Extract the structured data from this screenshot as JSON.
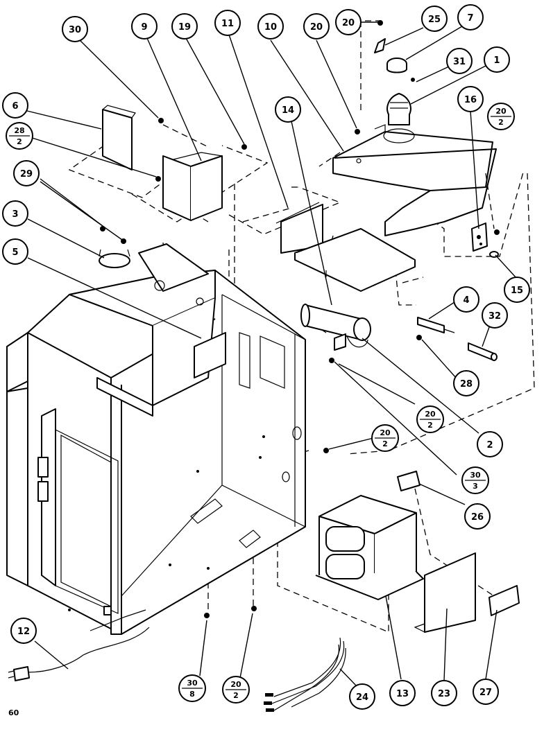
{
  "page_number": "60",
  "callouts": [
    {
      "id": "c30a",
      "label": "30"
    },
    {
      "id": "c9",
      "label": "9"
    },
    {
      "id": "c19",
      "label": "19"
    },
    {
      "id": "c11",
      "label": "11"
    },
    {
      "id": "c10",
      "label": "10"
    },
    {
      "id": "c20a",
      "label": "20"
    },
    {
      "id": "c20b",
      "label": "20"
    },
    {
      "id": "c25",
      "label": "25"
    },
    {
      "id": "c7",
      "label": "7"
    },
    {
      "id": "c6",
      "label": "6"
    },
    {
      "id": "c14",
      "label": "14"
    },
    {
      "id": "c31",
      "label": "31"
    },
    {
      "id": "c1",
      "label": "1"
    },
    {
      "id": "c16",
      "label": "16"
    },
    {
      "id": "c29",
      "label": "29"
    },
    {
      "id": "c3",
      "label": "3"
    },
    {
      "id": "c5",
      "label": "5"
    },
    {
      "id": "c15",
      "label": "15"
    },
    {
      "id": "c4",
      "label": "4"
    },
    {
      "id": "c32",
      "label": "32"
    },
    {
      "id": "c28",
      "label": "28"
    },
    {
      "id": "c2",
      "label": "2"
    },
    {
      "id": "c26",
      "label": "26"
    },
    {
      "id": "c12",
      "label": "12"
    },
    {
      "id": "c24",
      "label": "24"
    },
    {
      "id": "c13",
      "label": "13"
    },
    {
      "id": "c23",
      "label": "23"
    },
    {
      "id": "c27",
      "label": "27"
    }
  ],
  "fraction_callouts": [
    {
      "id": "f28",
      "top": "28",
      "bottom": "2"
    },
    {
      "id": "f20r",
      "top": "20",
      "bottom": "2"
    },
    {
      "id": "f20m",
      "top": "20",
      "bottom": "2"
    },
    {
      "id": "f20c",
      "top": "20",
      "bottom": "2"
    },
    {
      "id": "f30r",
      "top": "30",
      "bottom": "3"
    },
    {
      "id": "f30b",
      "top": "30",
      "bottom": "8"
    },
    {
      "id": "f20b",
      "top": "20",
      "bottom": "2"
    }
  ]
}
